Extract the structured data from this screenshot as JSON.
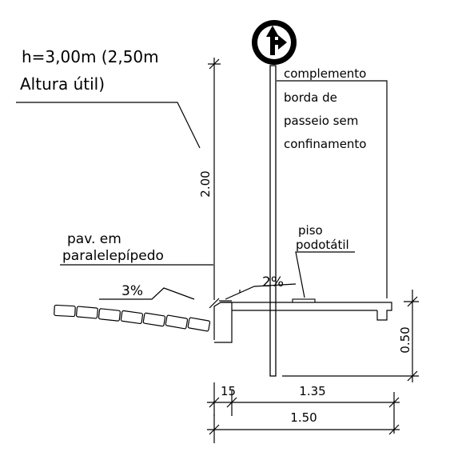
{
  "notes": {
    "height_line1": "h=3,00m (2,50m",
    "height_line2": "Altura útil)",
    "complement_line1": "complemento",
    "complement_line2": "borda de",
    "complement_line3": "passeio sem",
    "complement_line4": "confinamento",
    "pavement_line1": "pav. em",
    "pavement_line2": "paralelepípedo",
    "tactile_line1": "piso",
    "tactile_line2": "podotátil"
  },
  "slopes": {
    "road": "3%",
    "sidewalk": "2%"
  },
  "dimensions": {
    "sign_height": "2.00",
    "curb_height": "0.50",
    "curb_width": "15",
    "walk_width": "1.35",
    "total_width": "1.50"
  },
  "sign": {
    "icon": "straight-or-right-turn-arrow-icon"
  }
}
